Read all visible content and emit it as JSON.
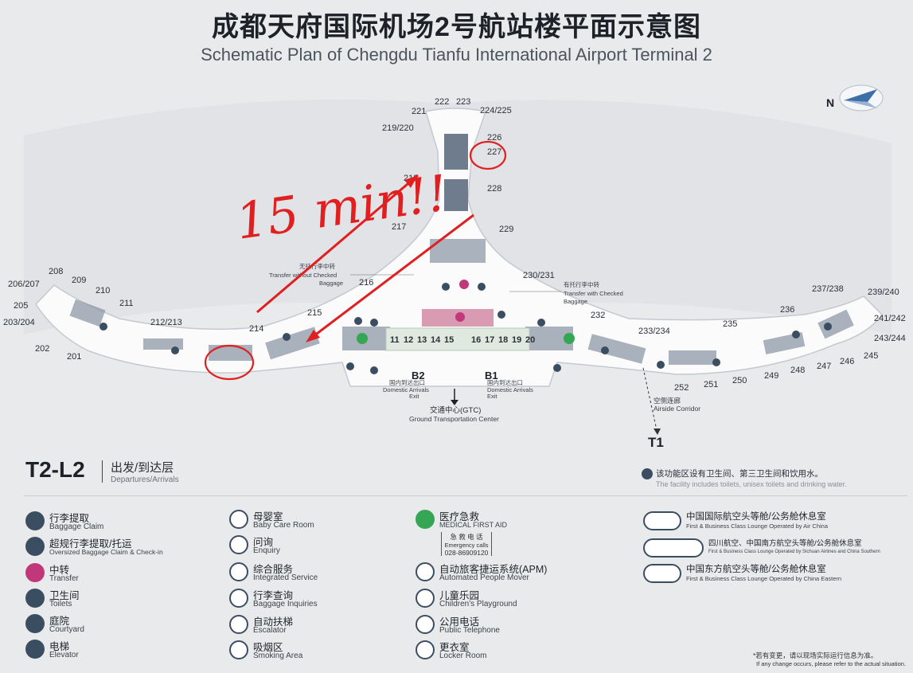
{
  "title": {
    "cn": "成都天府国际机场2号航站楼平面示意图",
    "en": "Schematic Plan of Chengdu Tianfu International Airport Terminal 2"
  },
  "compass": "N",
  "gates": {
    "pier_west": [
      "221",
      "219/220",
      "218",
      "217",
      "216"
    ],
    "pier_top": [
      "222",
      "223",
      "224/225"
    ],
    "pier_east": [
      "226",
      "227",
      "228",
      "229",
      "230/231"
    ],
    "west_wing_top": [
      "215",
      "214",
      "212/213",
      "211",
      "210",
      "209",
      "208",
      "206/207",
      "205",
      "203/204"
    ],
    "west_wing_bottom": [
      "202",
      "201"
    ],
    "east_wing_top": [
      "232",
      "233/234",
      "235",
      "236",
      "237/238",
      "239/240",
      "241/242",
      "243/244"
    ],
    "east_wing_bottom": [
      "252",
      "251",
      "250",
      "249",
      "248",
      "247",
      "246",
      "245"
    ]
  },
  "checkin_rows": [
    "11",
    "12",
    "13",
    "14",
    "15",
    "16",
    "17",
    "18",
    "19",
    "20"
  ],
  "map_labels": {
    "transfer_no_checked": {
      "cn": "无托行李中转",
      "en1": "Transfer without Checked",
      "en2": "Baggage"
    },
    "transfer_checked": {
      "cn": "有托行李中转",
      "en1": "Transfer with Checked",
      "en2": "Baggage"
    },
    "b2": {
      "code": "B2",
      "cn": "国内到达出口",
      "en1": "Domestic Arrivals",
      "en2": "Exit"
    },
    "b1": {
      "code": "B1",
      "cn": "国内到达出口",
      "en1": "Domestic Arrivals",
      "en2": "Exit"
    },
    "gtc": {
      "cn": "交通中心(GTC)",
      "en": "Ground Transportation Center"
    },
    "airside": {
      "cn": "空侧连廊",
      "en": "Airside Corridor"
    },
    "t1": "T1"
  },
  "annotation": {
    "text": "15 min!!",
    "color": "#e02020"
  },
  "level": {
    "code": "T2-L2",
    "cn": "出发/到达层",
    "en": "Departures/Arrivals"
  },
  "facility_note": {
    "cn": "该功能区设有卫生间、第三卫生间和饮用水。",
    "en": "The facility includes toilets, unisex toilets and drinking water."
  },
  "legend": {
    "col1": [
      {
        "cn": "行李提取",
        "en": "Baggage Claim",
        "icon": "baggage-claim-icon"
      },
      {
        "cn": "超规行李提取/托运",
        "en": "Oversized Baggage Claim & Check-in",
        "icon": "oversized-baggage-icon"
      },
      {
        "cn": "中转",
        "en": "Transfer",
        "icon": "transfer-icon"
      },
      {
        "cn": "卫生间",
        "en": "Toilets",
        "icon": "toilets-icon"
      },
      {
        "cn": "庭院",
        "en": "Courtyard",
        "icon": "courtyard-icon"
      },
      {
        "cn": "电梯",
        "en": "Elevator",
        "icon": "elevator-icon"
      }
    ],
    "col2": [
      {
        "cn": "母婴室",
        "en": "Baby Care Room",
        "icon": "baby-care-icon"
      },
      {
        "cn": "问询",
        "en": "Enquiry",
        "icon": "enquiry-icon"
      },
      {
        "cn": "综合服务",
        "en": "Integrated Service",
        "icon": "info-icon"
      },
      {
        "cn": "行李查询",
        "en": "Baggage Inquiries",
        "icon": "baggage-inquiry-icon"
      },
      {
        "cn": "自动扶梯",
        "en": "Escalator",
        "icon": "escalator-icon"
      },
      {
        "cn": "吸烟区",
        "en": "Smoking Area",
        "icon": "smoking-icon"
      }
    ],
    "col3": [
      {
        "cn": "医疗急救",
        "en": "MEDICAL FIRST AID",
        "icon": "first-aid-icon"
      },
      {
        "cn": "自动旅客捷运系统(APM)",
        "en": "Automated People Mover",
        "icon": "apm-icon"
      },
      {
        "cn": "儿童乐园",
        "en": "Children's Playground",
        "icon": "playground-icon"
      },
      {
        "cn": "公用电话",
        "en": "Public Telephone",
        "icon": "telephone-icon"
      },
      {
        "cn": "更衣室",
        "en": "Locker Room",
        "icon": "locker-room-icon"
      }
    ],
    "emergency": {
      "cn": "急 救 电 话",
      "en": "Emergency calls",
      "phone": "028-86909120"
    },
    "col4": [
      {
        "cn": "中国国际航空头等舱/公务舱休息室",
        "en": "First & Business Class Lounge Operated by Air China",
        "icon": "air-china-lounge-icon"
      },
      {
        "cn": "四川航空、中国南方航空头等舱/公务舱休息室",
        "en": "First & Business Class Lounge Operated by Sichuan Airlines and China Southern",
        "icon": "sichuan-southern-lounge-icon"
      },
      {
        "cn": "中国东方航空头等舱/公务舱休息室",
        "en": "First & Business Class Lounge Operated by China Eastern",
        "icon": "china-eastern-lounge-icon"
      }
    ]
  },
  "footnote": {
    "cn": "*若有变更，请以现场实际运行信息为准。",
    "en": "If any change occurs, please refer to the actual situation."
  }
}
